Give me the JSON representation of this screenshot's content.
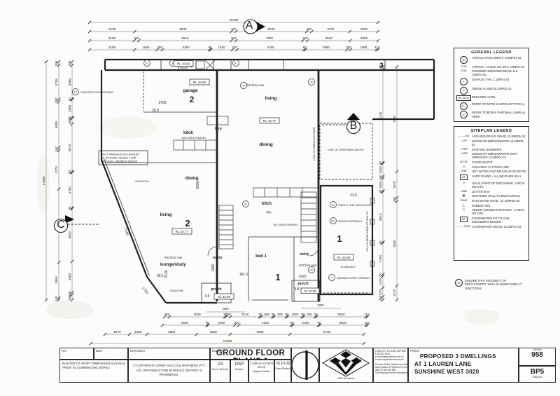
{
  "plan": {
    "markers": {
      "north": "A",
      "section_b": "B",
      "section_c": "C"
    },
    "callouts": [
      "AJ",
      "30",
      "AJ",
      "AJ",
      "30",
      "AJ",
      "AJ",
      "8.7",
      "4.7",
      "8.2",
      "30.1"
    ],
    "labels": {
      "d3num": "3",
      "garage_w": "garage",
      "garage2_n": "2",
      "g1num": "1",
      "d2num": "2",
      "d1num": "1",
      "rl4360": "RL 43.60",
      "rl4377": "RL 43.77",
      "rl4380": "RL 43.80",
      "d2765": "2765",
      "a259": "25.9",
      "gdo": "GARAGE DOOR OPENING",
      "ffo": "first floor over",
      "living": "living",
      "dining": "dining",
      "kitch": "kitch",
      "ldry": "ldry",
      "ptry": "ptry",
      "bed1": "bed 1",
      "entry": "entry",
      "porch": "porch",
      "lounge": "lounge/study",
      "wet": "WET AREA FINISHES",
      "duct1": "DUCT RANGEHOOD EXHAUST",
      "duct2": "TO OUTSIDE VIA BED 2 WIR",
      "duct3": "UPSTAIRS, MINIMISE BENDS",
      "lod": "LINE OF DWELLING OVER",
      "loa": "LINE OF OVERHANG ABOVE",
      "slb": "SINGLE LEAF BRICKWORK",
      "fwall": "60/60/60 FIREWALL",
      "piers": "390 X 90 BRICK PIERS AT 1800 C/C",
      "gd1": "2100dx2600",
      "a921": "92.1",
      "a36": "3.6",
      "a38": "3.8",
      "a1015": "101.5",
      "a235": "23.5",
      "d9590": "9590",
      "d2130": "2130",
      "d1890": "1890",
      "d1920": "1920",
      "d7345": "7345",
      "d1755": "1755",
      "d2560": "2560",
      "d2285": "2285",
      "w2700": "2100x2700w",
      "w2100": "2100x2100w"
    },
    "dims": {
      "top": [
        [
          "20430"
        ],
        [
          "3195",
          "6845",
          "330",
          "5020",
          "340",
          "2700",
          "2000"
        ],
        [
          "3195",
          "330",
          "6615",
          "330",
          "4780",
          "340",
          "3040",
          "2000"
        ],
        [
          "3195",
          "1625",
          "360",
          "3360",
          "90",
          "1530",
          "330",
          "4780",
          "90",
          "2950",
          "260",
          "1850",
          "110"
        ]
      ],
      "bottom": [
        [
          "360",
          "4040",
          "90",
          "330",
          "2140",
          "90",
          "850",
          "90",
          "900",
          "90",
          "1080",
          "90",
          "850",
          "90",
          "3620",
          "110"
        ],
        [
          "3485",
          "90",
          "2080",
          "330",
          "4120",
          "90",
          "2030",
          "90",
          "3630",
          "110"
        ],
        [
          "1879",
          "1350",
          "3805",
          "2600",
          "4600",
          "5700"
        ],
        [
          "19355"
        ]
      ],
      "left": [
        [
          "17000"
        ],
        [
          "390",
          "3785",
          "290",
          "5085",
          "340",
          "4270",
          "8140",
          "3950",
          "240"
        ],
        [
          "390",
          "3560",
          "90",
          "1900",
          "90",
          "600",
          "5070",
          "90",
          "3760",
          "90",
          "5610",
          "3300",
          "240",
          "560"
        ]
      ],
      "right": [
        [
          "330",
          "11140",
          "90",
          "1550",
          "250",
          "1500",
          "90",
          "6010",
          "90",
          "3750",
          "220",
          "1370",
          "1070",
          "390"
        ],
        [
          "7890",
          "1970",
          "250",
          "6350",
          "1070"
        ]
      ]
    }
  },
  "general_legend": {
    "title": "GENERAL LEGEND",
    "items": [
      {
        "sym": "AJ",
        "type": "circle",
        "text": "ARTICULATION JOINTS.  9.3/BP01-03."
      },
      {
        "sym": "COS",
        "type": "plain",
        "text": "APPROX - CHECK ON SITE.  C/BP01-03"
      },
      {
        "sym": "EDB",
        "type": "plain",
        "text": "ENGINEER DESIGNED BEAM. B & C/BP01-03."
      },
      {
        "sym": "F",
        "type": "circle",
        "text": "EXHAUST FAN.  1.1/BP01-03"
      },
      {
        "sym": "S",
        "type": "circle",
        "text": "SMOKE ALARM  15.1/BP01-03."
      },
      {
        "sym": "RL 00.00",
        "type": "box",
        "text": "REDUCED LEVEL."
      },
      {
        "sym": "9.1",
        "type": "circle",
        "text": "REFER TO NOTE 9.1/BP01-03 TYPICAL."
      },
      {
        "sym": "10",
        "type": "circle",
        "text": "REFER TO BORAL PARTIWALL MANUAL PB/09"
      }
    ]
  },
  "siteplan_legend": {
    "title": "SITEPLAN LEGEND",
    "items": [
      {
        "sym": "AG",
        "type": "dash",
        "text": "AG/SUBSURFACE DRAIN, 13.5/BP01-03."
      },
      {
        "sym": "DP",
        "type": "dotcircle",
        "text": "100X50 OR 90Ø DOWNPIPE  13.6/BP01-03"
      },
      {
        "sym": "EDP",
        "type": "dotcircle",
        "text": "EXISTING DOWNPIPE"
      },
      {
        "sym": "UDP",
        "type": "dotcircle",
        "text": "100X50 OR 90Ø DOWNPIPE WITH SPREADER 13.6/BP01-03"
      },
      {
        "sym": "FW",
        "type": "dot",
        "text": "FLOOR WASTE"
      },
      {
        "sym": "",
        "type": "rect",
        "text": "FOLDAWAY CLOTHES LINE"
      },
      {
        "sym": "",
        "type": "hws",
        "text": "HOT WATER SYSTEM SOLAR BOOSTED"
      },
      {
        "sym": "HP",
        "type": "box",
        "text": "HARD PAVING - ALL WEATHER SEAL"
      },
      {
        "sym": "",
        "type": "lpd",
        "text": "LEGAL POINT OF DISCHARGE, CHECK ON SITE"
      },
      {
        "sym": "LB",
        "type": "lb",
        "text": "LETTER BOX"
      },
      {
        "sym": "",
        "type": "rw",
        "text": "RETAINING WALL TO ENG'S DETAIL"
      },
      {
        "sym": "RWH",
        "type": "plain",
        "text": "RAIN WATER HEAD - 11.10/BP01-03"
      },
      {
        "sym": "",
        "type": "bin",
        "text": "RUBBISH BIN"
      },
      {
        "sym": "",
        "type": "lpd",
        "text": "SEWER CONNECTION POINT - CHECK ON SITE"
      },
      {
        "sym": "SP",
        "type": "box",
        "text": "STORMWATER PIT TO CIVIL ENGINEER'S DESIGN"
      },
      {
        "sym": "SWD",
        "type": "dash",
        "text": "STORMWATER DRAIN, 13.1/BP01-03"
      }
    ]
  },
  "integrity_note": {
    "sym": "30",
    "text": "ENSURE THAT INTEGRITY OF FRC/ACOUSTIC WALL IS MAINTAINED AT JUNCTIONS"
  },
  "titleblock": {
    "rev_label": "Rev",
    "date_label": "Date",
    "description_label": "Description",
    "builder_note": "BUILDER TO VERIFY DIMENSIONS & LEVELS PRIOR TO COMMENCING WORKS",
    "copyright": "© COPYRIGHT DANNY SACCO & PARTNERS PTY LTD, REPRODUCTION IN WHOLE OR PART IS PROHIBITED.",
    "drawing_label": "Drawing",
    "title": "GROUND FLOOR PLANS 1",
    "sheets": {
      "value": "19",
      "label": "No of Sheets"
    },
    "drawn": {
      "value": "DSP",
      "label": "Drawn"
    },
    "scale": {
      "value": "1:100 at A3  NTS at A4",
      "label": "Approx Scale"
    },
    "plotted": {
      "value": "26.10.09",
      "label": "Date Plotted"
    },
    "company": {
      "phone": "p 1300 377 272   1300 DSP ARC",
      "fax": "f 03 9311 8143",
      "email": "e info@dsparchitects.com.au",
      "web": "w www.dsparchitects.com.au",
      "address": "8 James Street, Strathmore Victoria 3041",
      "name": "Danny Sacco & Partners Pty Ltd",
      "abn": "ABN 76 005 463 585",
      "tagline": "The Planning Permit Professionals",
      "logo_caption": "DSP Architects"
    },
    "project_label": "Project",
    "project_line1": "PROPOSED 3  DWELLINGS",
    "project_line2": "AT 1 LAUREN LANE",
    "project_line3": "SUNSHINE WEST 3020",
    "job_label": "Job No",
    "job_no": "958",
    "dwg_no": "BP5",
    "dwg_label": "Dwg No"
  }
}
